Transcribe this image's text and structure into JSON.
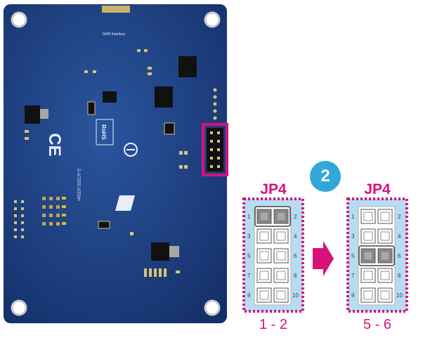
{
  "step_badge": "2",
  "jumper_before": {
    "title": "JP4",
    "caption": "1 - 2",
    "left_pins": [
      "1",
      "3",
      "5",
      "7",
      "9"
    ],
    "right_pins": [
      "2",
      "4",
      "6",
      "8",
      "10"
    ],
    "selected_row": 1
  },
  "jumper_after": {
    "title": "JP4",
    "caption": "5 - 6",
    "left_pins": [
      "1",
      "3",
      "5",
      "7",
      "9"
    ],
    "right_pins": [
      "2",
      "4",
      "6",
      "8",
      "10"
    ],
    "selected_row": 3
  },
  "board_silkscreen": {
    "rohs": "RoHS",
    "ce": "CE",
    "model": "D-A7ZEC-STD0+",
    "header_label": "SWD Interface"
  },
  "colors": {
    "board": "#1e3f7e",
    "accent": "#d6127a",
    "header_bg": "#b6dcf2",
    "badge": "#31a7da"
  }
}
